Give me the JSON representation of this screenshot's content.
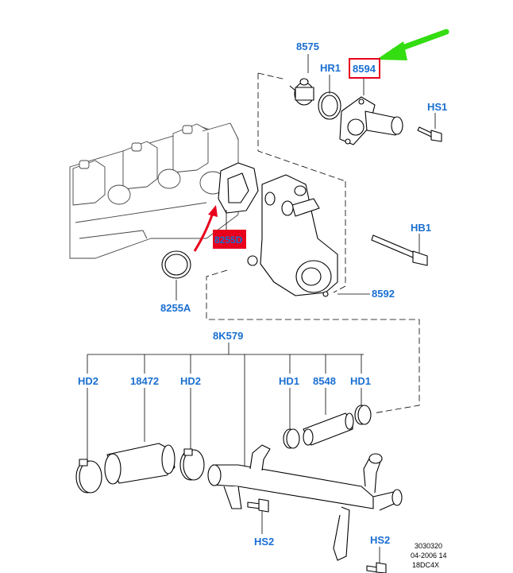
{
  "labels": {
    "thermostat": "8575",
    "ring_hr1": "HR1",
    "housing_outlet": "8594",
    "screw_hs1": "HS1",
    "bolt_hb1": "HB1",
    "gasket_highlight": "8255D",
    "oring": "8255A",
    "housing_main": "8592",
    "pipe_assembly": "8K579",
    "clamp_left": "HD2",
    "hose_main": "18472",
    "clamp_mid": "HD2",
    "clamp_hd1_left": "HD1",
    "hose_small": "8548",
    "clamp_hd1_right": "HD1",
    "screw_hs2_left": "HS2",
    "screw_hs2_right": "HS2"
  },
  "reference": {
    "line1": "3030320",
    "line2": "04-2006 14",
    "line3": "18DC4X"
  },
  "colors": {
    "label_blue": "#1a6fd1",
    "highlight_red": "#e8001c",
    "arrow_green": "#33dd11",
    "arrow_red": "#e8001c"
  }
}
